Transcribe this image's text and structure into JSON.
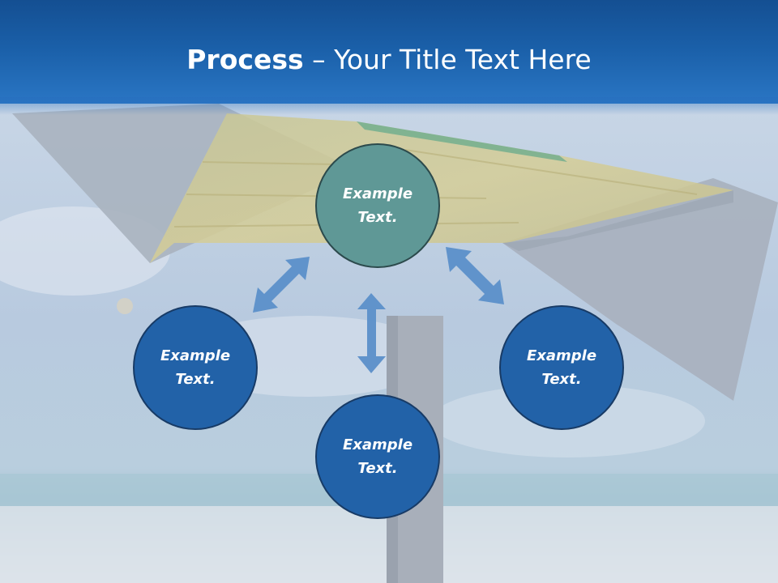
{
  "title": {
    "bold": "Process",
    "separator": " – ",
    "rest": "Your Title Text Here"
  },
  "nodes": {
    "top": "Example\nText.",
    "left": "Example\nText.",
    "right": "Example\nText.",
    "bottom": "Example\nText."
  },
  "colors": {
    "header": "#1a5fa8",
    "center_node": "#5f9896",
    "outer_node": "#2262a8",
    "arrow": "#5b8fc9"
  }
}
